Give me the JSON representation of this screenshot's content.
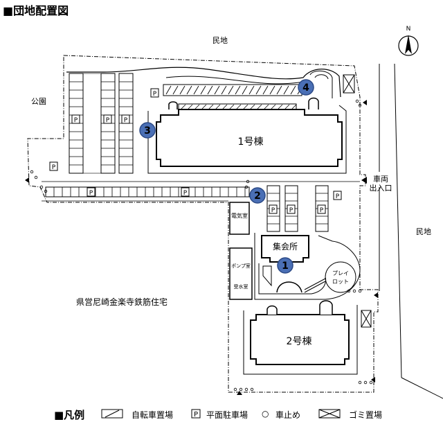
{
  "title": "■団地配置図",
  "compass_label": "N",
  "labels": {
    "minchi_top": "民地",
    "koen": "公園",
    "minchi_right": "民地",
    "neighbor_housing": "県営尼崎金楽寺鉄筋住宅",
    "building_1": "1号棟",
    "building_2": "2号棟",
    "shukaijo": "集会所",
    "denkishitsu": "電気室",
    "pump_room": "ポンプ室",
    "jusui_room": "受水室",
    "playlot_line1": "プレイ",
    "playlot_line2": "ロット",
    "vehicle_entrance_line1": "車両",
    "vehicle_entrance_line2": "出入口",
    "parking_mark": "P"
  },
  "markers": [
    {
      "number": "1"
    },
    {
      "number": "2"
    },
    {
      "number": "3"
    },
    {
      "number": "4"
    }
  ],
  "legend": {
    "title": "■凡例",
    "items": [
      {
        "label": "自転車置場"
      },
      {
        "label": "平面駐車場",
        "symbol": "P"
      },
      {
        "label": "車止め",
        "symbol": "○"
      },
      {
        "label": "ゴミ置場"
      }
    ]
  },
  "colors": {
    "marker_fill": "#4a6fb5",
    "marker_stroke": "#2c4a86",
    "line": "#000000"
  }
}
